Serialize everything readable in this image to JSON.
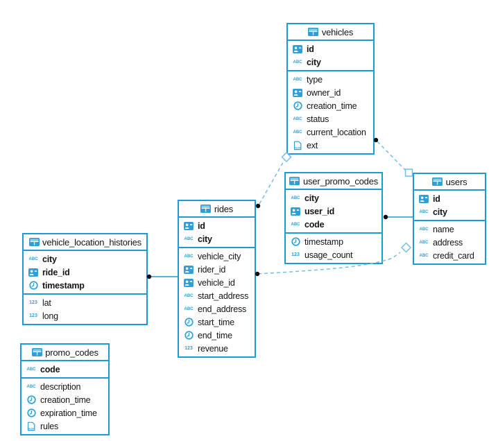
{
  "diagram": {
    "tables": [
      {
        "name": "vehicles",
        "pk": [
          {
            "name": "id",
            "type": "uuid"
          },
          {
            "name": "city",
            "type": "text"
          }
        ],
        "fields": [
          {
            "name": "type",
            "type": "text"
          },
          {
            "name": "owner_id",
            "type": "uuid"
          },
          {
            "name": "creation_time",
            "type": "timestamp"
          },
          {
            "name": "status",
            "type": "text"
          },
          {
            "name": "current_location",
            "type": "text"
          },
          {
            "name": "ext",
            "type": "json"
          }
        ]
      },
      {
        "name": "user_promo_codes",
        "pk": [
          {
            "name": "city",
            "type": "text"
          },
          {
            "name": "user_id",
            "type": "uuid"
          },
          {
            "name": "code",
            "type": "text"
          }
        ],
        "fields": [
          {
            "name": "timestamp",
            "type": "timestamp"
          },
          {
            "name": "usage_count",
            "type": "number"
          }
        ]
      },
      {
        "name": "users",
        "pk": [
          {
            "name": "id",
            "type": "uuid"
          },
          {
            "name": "city",
            "type": "text"
          }
        ],
        "fields": [
          {
            "name": "name",
            "type": "text"
          },
          {
            "name": "address",
            "type": "text"
          },
          {
            "name": "credit_card",
            "type": "text"
          }
        ]
      },
      {
        "name": "rides",
        "pk": [
          {
            "name": "id",
            "type": "uuid"
          },
          {
            "name": "city",
            "type": "text"
          }
        ],
        "fields": [
          {
            "name": "vehicle_city",
            "type": "text"
          },
          {
            "name": "rider_id",
            "type": "uuid"
          },
          {
            "name": "vehicle_id",
            "type": "uuid"
          },
          {
            "name": "start_address",
            "type": "text"
          },
          {
            "name": "end_address",
            "type": "text"
          },
          {
            "name": "start_time",
            "type": "timestamp"
          },
          {
            "name": "end_time",
            "type": "timestamp"
          },
          {
            "name": "revenue",
            "type": "number"
          }
        ]
      },
      {
        "name": "vehicle_location_histories",
        "pk": [
          {
            "name": "city",
            "type": "text"
          },
          {
            "name": "ride_id",
            "type": "uuid"
          },
          {
            "name": "timestamp",
            "type": "timestamp"
          }
        ],
        "fields": [
          {
            "name": "lat",
            "type": "number"
          },
          {
            "name": "long",
            "type": "number"
          }
        ]
      },
      {
        "name": "promo_codes",
        "pk": [
          {
            "name": "code",
            "type": "text"
          }
        ],
        "fields": [
          {
            "name": "description",
            "type": "text"
          },
          {
            "name": "creation_time",
            "type": "timestamp"
          },
          {
            "name": "expiration_time",
            "type": "timestamp"
          },
          {
            "name": "rules",
            "type": "json"
          }
        ]
      }
    ],
    "connections": [
      {
        "from": "rides",
        "to": "vehicles",
        "style": "dashed"
      },
      {
        "from": "vehicles",
        "to": "users",
        "style": "dashed"
      },
      {
        "from": "rides",
        "to": "users",
        "style": "dashed"
      },
      {
        "from": "user_promo_codes",
        "to": "users",
        "style": "solid"
      },
      {
        "from": "vehicle_location_histories",
        "to": "rides",
        "style": "solid"
      }
    ]
  },
  "icons": {
    "table": "table-grid-icon",
    "uuid": "id-badge-icon",
    "text": "text-abc-icon",
    "number": "number-123-icon",
    "timestamp": "clock-icon",
    "json": "json-document-icon",
    "glyphs": {
      "text": "ABC",
      "number": "123",
      "json": "JSON"
    }
  },
  "colors": {
    "accent": "#1b9ad6",
    "icon": "#2e9fd9",
    "dashed_line": "#74bee8",
    "dot": "#0d0d0d",
    "text": "#141414",
    "background": "#ffffff"
  }
}
